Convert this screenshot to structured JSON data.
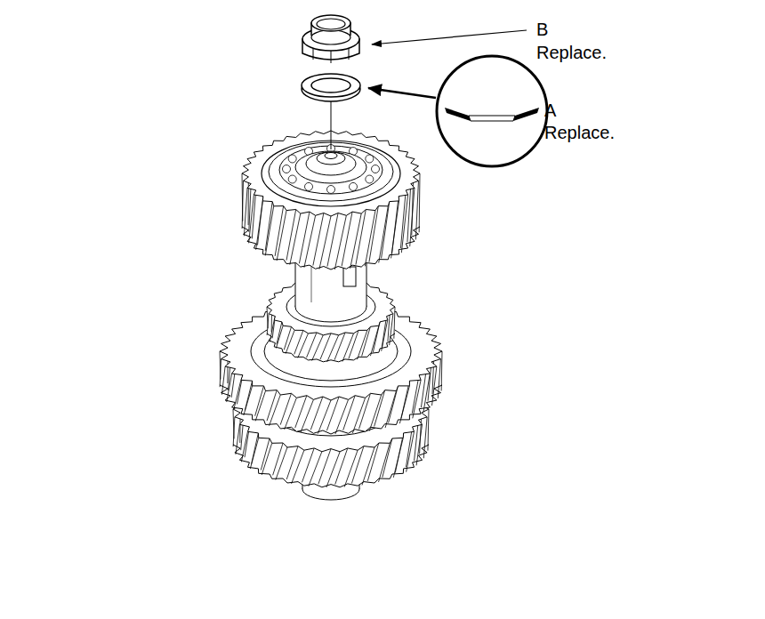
{
  "diagram": {
    "labels": [
      "B",
      "Replace.",
      "A",
      "Replace."
    ]
  }
}
